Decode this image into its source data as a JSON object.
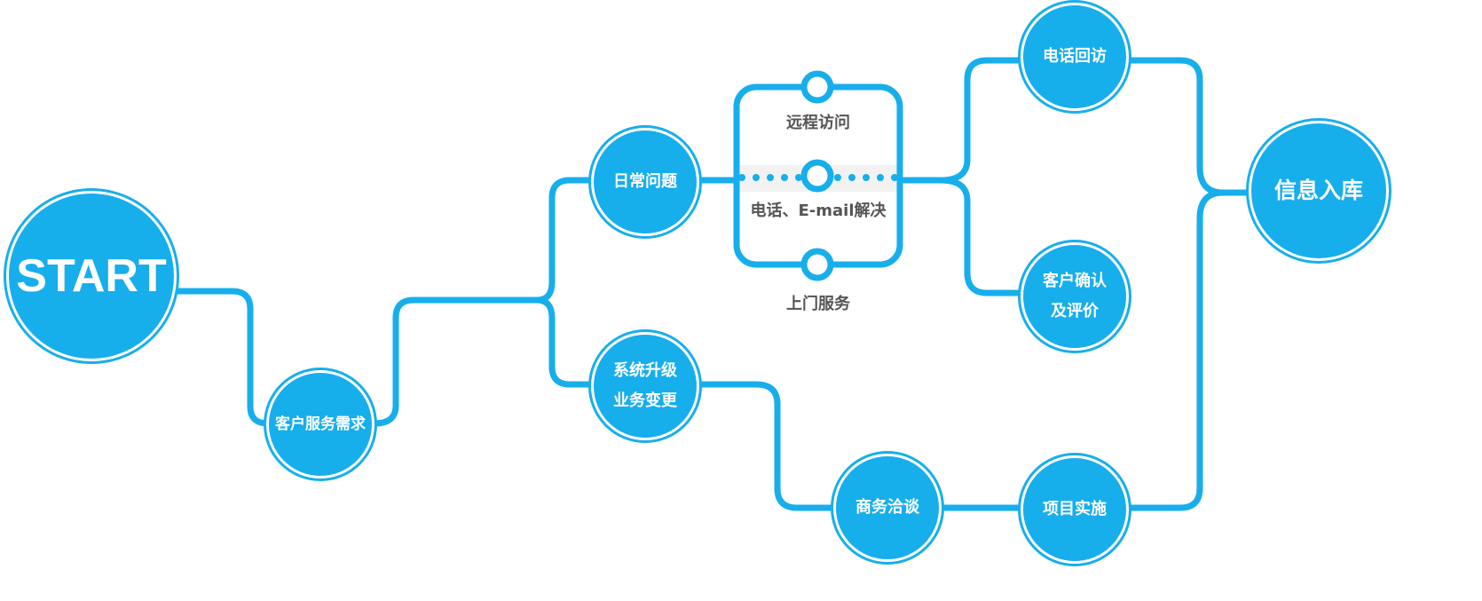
{
  "nodes": {
    "start": "START",
    "customer_need": "客户服务需求",
    "daily_issue": "日常问题",
    "upgrade_line1": "系统升级",
    "upgrade_line2": "业务变更",
    "phone_callback": "电话回访",
    "confirm_line1": "客户确认",
    "confirm_line2": "及评价",
    "negotiation": "商务洽谈",
    "implementation": "项目实施",
    "archive": "信息入库"
  },
  "channels": {
    "remote": "远程访问",
    "phone_email": "电话、E-mail解决",
    "onsite": "上门服务"
  },
  "colors": {
    "accent": "#17aeec",
    "label_text": "#555555",
    "band": "#f2f2f2"
  }
}
